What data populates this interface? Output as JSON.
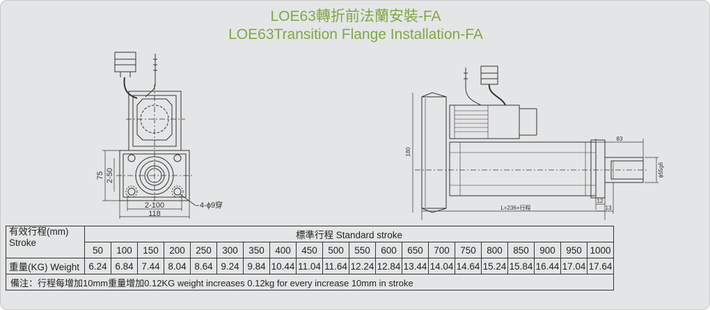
{
  "title_cn": "LOE63轉折前法蘭安裝-FA",
  "title_en": "LOE63Transition  Flange Installation-FA",
  "dims": {
    "d_2_100": "2-100",
    "d_118": "118",
    "d_75": "75",
    "d_2_50": "2-50",
    "d_hole": "4-ϕ9穿",
    "d_83": "83",
    "d_180": "180",
    "d_phi55": "ϕ55g6",
    "d_L": "L=236+行程",
    "d_12": "12",
    "d_13": "13"
  },
  "table": {
    "header_cn": "有效行程(mm)",
    "header_en": "Stroke",
    "std_label": "標準行程   Standard stroke",
    "strokes": [
      "50",
      "100",
      "150",
      "200",
      "250",
      "300",
      "350",
      "400",
      "450",
      "500",
      "550",
      "600",
      "650",
      "700",
      "750",
      "800",
      "850",
      "900",
      "950",
      "1000"
    ],
    "weight_label": "重量(KG) Weight",
    "weights": [
      "6.24",
      "6.84",
      "7.44",
      "8.04",
      "8.64",
      "9.24",
      "9.84",
      "10.44",
      "11.04",
      "11.64",
      "12.24",
      "12.84",
      "13.44",
      "14.04",
      "14.64",
      "15.24",
      "15.84",
      "16.44",
      "17.04",
      "17.64"
    ],
    "note": "備注：行程每增加10mm重量增加0.12KG        weight increases 0.12kg for every increase 10mm in stroke"
  }
}
